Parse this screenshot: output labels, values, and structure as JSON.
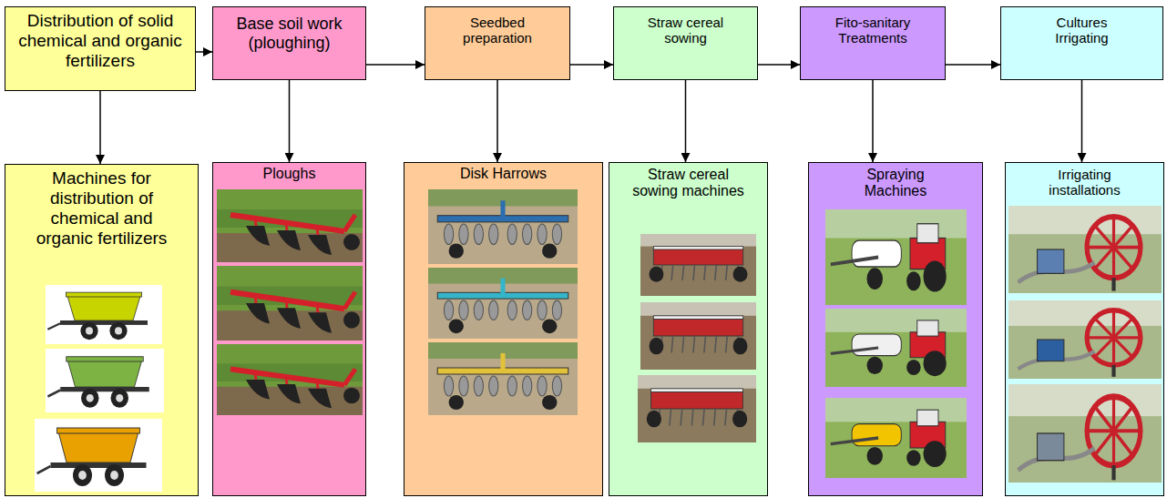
{
  "diagram": {
    "nodes": [
      {
        "text": [
          "Distribution of solid chemical and organic fertilizers"
        ]
      },
      {
        "text": [
          "Base soil work (ploughing)"
        ]
      },
      {
        "text": [
          "Seedbed preparation"
        ]
      },
      {
        "text": [
          "Straw cereal sowing"
        ]
      },
      {
        "text": [
          "Fito-sanitary Treatments"
        ]
      },
      {
        "text": [
          "Cultures Irrigating"
        ]
      },
      {
        "text": [
          "Machines for distribution of chemical and organic fertilizers"
        ]
      },
      {
        "text": [
          "Ploughs"
        ]
      },
      {
        "text": [
          "Disk Harrows"
        ]
      },
      {
        "text": [
          "Straw cereal sowing machines"
        ]
      },
      {
        "text": [
          "Spraying Machines"
        ]
      },
      {
        "text": [
          "Irrigating installations"
        ]
      }
    ],
    "edges": [
      {
        "from": 0,
        "to": 1,
        "arrow": "to"
      },
      {
        "from": 1,
        "to": 2,
        "arrow": "to"
      },
      {
        "from": 2,
        "to": 3,
        "arrow": "to"
      },
      {
        "from": 3,
        "to": 4,
        "arrow": "to"
      },
      {
        "from": 4,
        "to": 5,
        "arrow": "to"
      },
      {
        "from": 0,
        "to": 6,
        "arrow": "to"
      },
      {
        "from": 1,
        "to": 7,
        "arrow": "to"
      },
      {
        "from": 2,
        "to": 8,
        "arrow": "to"
      },
      {
        "from": 3,
        "to": 9,
        "arrow": "to"
      },
      {
        "from": 4,
        "to": 10,
        "arrow": "to"
      },
      {
        "from": 5,
        "to": 11,
        "arrow": "to"
      }
    ]
  }
}
